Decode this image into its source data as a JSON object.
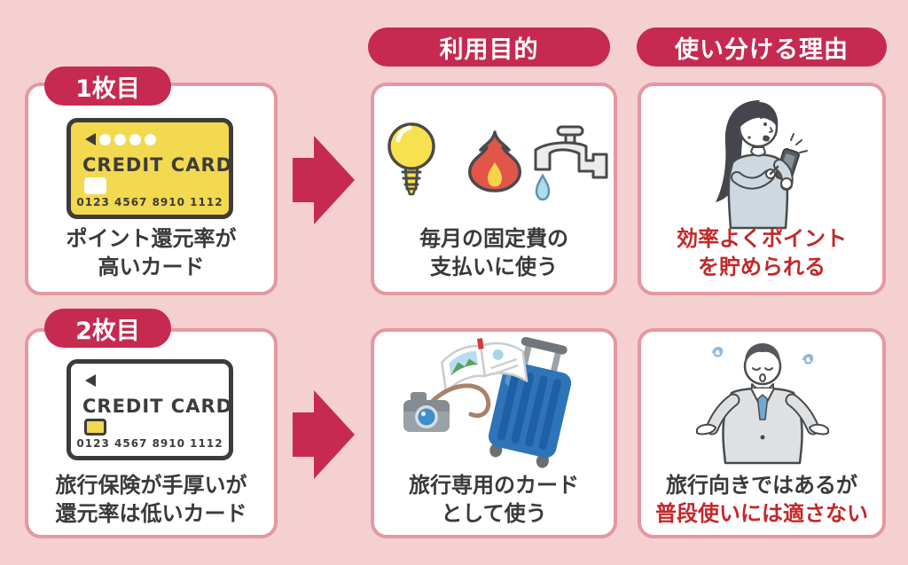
{
  "colors": {
    "background_pink": "#f5d0d1",
    "accent_crimson": "#c62a50",
    "panel_border_pink": "#e597a3",
    "highlight_red": "#c3282a",
    "text_dark": "#3a3a3a",
    "card_yellow": "#f2d94f"
  },
  "column_headers": {
    "purpose": "利用目的",
    "reason": "使い分ける理由"
  },
  "credit_card": {
    "brand_text": "CREDIT CARD",
    "number_text": "0123 4567 8910 1112"
  },
  "rows": [
    {
      "badge_label": "1枚目",
      "card_description": {
        "line1": "ポイント還元率が",
        "line2": "高いカード"
      },
      "card_style": "yellow-high-reward-card",
      "purpose": {
        "line1": "毎月の固定費の",
        "line2": "支払いに使う"
      },
      "purpose_icons": [
        "light-bulb",
        "flame",
        "water-faucet",
        "water-drop"
      ],
      "reason": {
        "line1": "効率よくポイント",
        "line2": "を貯められる"
      },
      "reason_emphasis": "all-red",
      "reason_illustration": "woman-checking-points-on-smartphone"
    },
    {
      "badge_label": "2枚目",
      "card_description": {
        "line1": "旅行保険が手厚いが",
        "line2": "還元率は低いカード"
      },
      "card_style": "white-travel-card",
      "purpose": {
        "line1": "旅行専用のカード",
        "line2": "として使う"
      },
      "purpose_icons": [
        "guidebook",
        "camera",
        "suitcase"
      ],
      "reason": {
        "line1": "旅行向きではあるが",
        "line2": "普段使いには適さない"
      },
      "reason_emphasis": "second-line-red",
      "reason_illustration": "man-shrugging-confused"
    }
  ]
}
